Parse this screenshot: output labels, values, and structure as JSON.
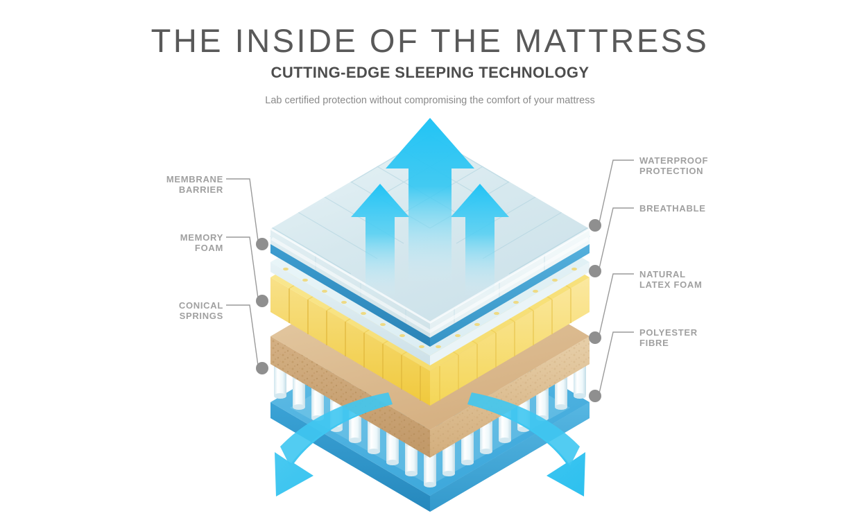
{
  "header": {
    "title": "THE INSIDE OF THE MATTRESS",
    "subtitle": "CUTTING-EDGE SLEEPING TECHNOLOGY",
    "tagline": "Lab certified protection without compromising the comfort of your mattress"
  },
  "labels": {
    "left": [
      {
        "id": "membrane-barrier",
        "text": "MEMBRANE\nBARRIER"
      },
      {
        "id": "memory-foam",
        "text": "MEMORY\nFOAM"
      },
      {
        "id": "conical-springs",
        "text": "CONICAL\nSPRINGS"
      }
    ],
    "right": [
      {
        "id": "waterproof-protection",
        "text": "WATERPROOF\nPROTECTION"
      },
      {
        "id": "breathable",
        "text": "BREATHABLE"
      },
      {
        "id": "natural-latex-foam",
        "text": "NATURAL\nLATEX FOAM"
      },
      {
        "id": "polyester-fibre",
        "text": "POLYESTER\nFIBRE"
      }
    ]
  },
  "layers": [
    {
      "id": "memory-foam-slab",
      "name": "Memory foam top slab",
      "top_color": "#dbeaef",
      "side_color": "#c7dde4"
    },
    {
      "id": "membrane-barrier",
      "name": "Membrane barrier",
      "top_color": "#4aa9d8",
      "side_color": "#2f8cbd"
    },
    {
      "id": "perforated-sheet",
      "name": "Perforated breathable sheet",
      "top_color": "#e8f4f7",
      "side_color": "#cfe4ea"
    },
    {
      "id": "latex-foam",
      "name": "Natural latex foam",
      "top_color": "#f7e27e",
      "side_color": "#f2c93c"
    },
    {
      "id": "polyester-fibre",
      "name": "Polyester fibre",
      "top_color": "#e2c49a",
      "side_color": "#c8a170"
    },
    {
      "id": "conical-springs",
      "name": "Conical springs base",
      "top_color": "#4bb3e0",
      "side_color": "#2f93c9"
    }
  ],
  "arrows": {
    "up_color": "#2ec3f2",
    "out_color": "#2ec3f2",
    "up_count": 3,
    "out_count": 2
  },
  "colors": {
    "title_gray": "#595959",
    "label_gray": "#a0a0a0",
    "leader_gray": "#9a9a9a",
    "dot_gray": "#8f8f8f",
    "background": "#ffffff"
  }
}
